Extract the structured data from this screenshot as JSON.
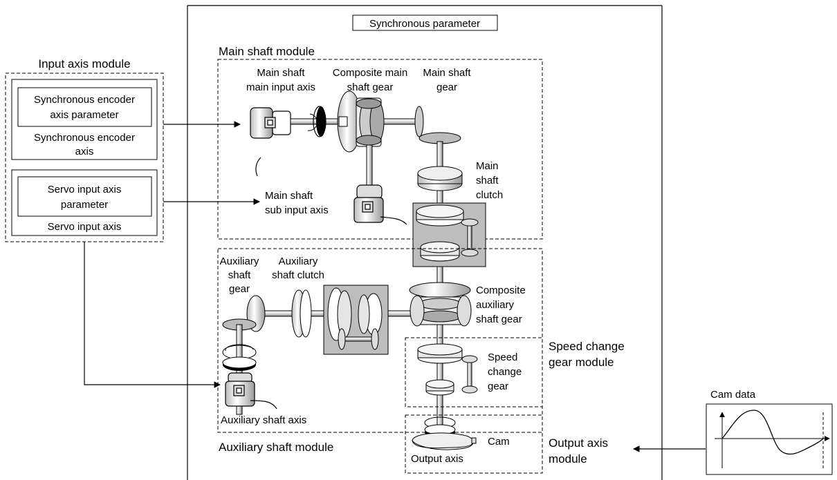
{
  "title": "Synchronous parameter",
  "input_axis_module": {
    "title": "Input axis module",
    "encoder_param": [
      "Synchronous encoder",
      "axis parameter"
    ],
    "encoder_axis": [
      "Synchronous encoder",
      "axis"
    ],
    "servo_param": [
      "Servo input axis",
      "parameter"
    ],
    "servo_axis": "Servo input axis"
  },
  "main_shaft_module": {
    "title": "Main shaft module",
    "main_input_axis": [
      "Main shaft",
      "main input axis"
    ],
    "composite_gear": [
      "Composite main",
      "shaft gear"
    ],
    "gear": [
      "Main shaft",
      "gear"
    ],
    "clutch": [
      "Main",
      "shaft",
      "clutch"
    ],
    "sub_input_axis": [
      "Main shaft",
      "sub input axis"
    ]
  },
  "auxiliary_shaft_module": {
    "title": "Auxiliary shaft module",
    "gear": [
      "Auxiliary",
      "shaft",
      "gear"
    ],
    "clutch": [
      "Auxiliary",
      "shaft clutch"
    ],
    "composite_gear": [
      "Composite",
      "auxiliary",
      "shaft gear"
    ],
    "axis": "Auxiliary shaft axis"
  },
  "speed_change_gear_module": {
    "title": [
      "Speed change",
      "gear module"
    ],
    "gear": [
      "Speed",
      "change",
      "gear"
    ]
  },
  "output_axis_module": {
    "title": [
      "Output axis",
      "module"
    ],
    "cam": "Cam",
    "output_axis": "Output axis"
  },
  "cam_data": {
    "title": "Cam data"
  }
}
